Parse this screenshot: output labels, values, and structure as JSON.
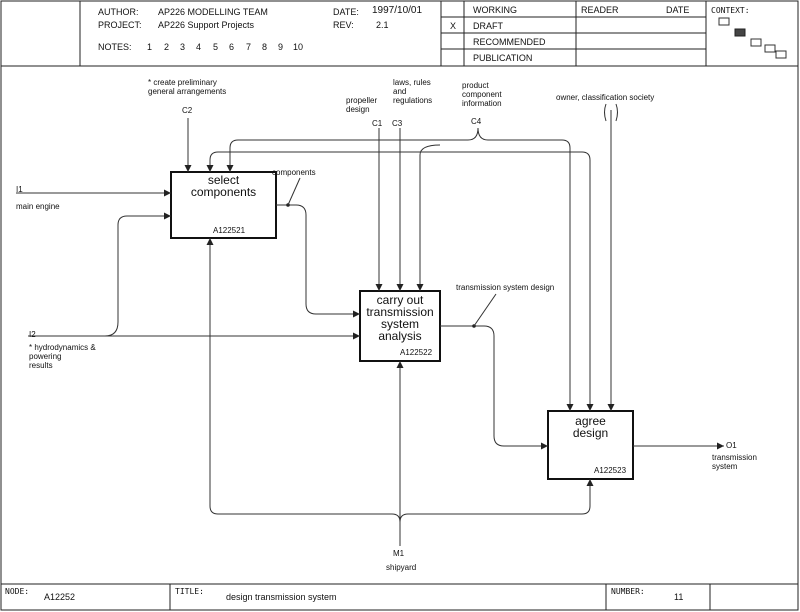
{
  "header": {
    "author_label": "AUTHOR:",
    "author_value": "AP226  MODELLING TEAM",
    "project_label": "PROJECT:",
    "project_value": "AP226 Support Projects",
    "date_label": "DATE:",
    "date_value": "1997/10/01",
    "rev_label": "REV:",
    "rev_value": "2.1",
    "notes_label": "NOTES:",
    "notes": [
      "1",
      "2",
      "3",
      "4",
      "5",
      "6",
      "7",
      "8",
      "9",
      "10"
    ],
    "status_mark": "X",
    "status": [
      "WORKING",
      "DRAFT",
      "RECOMMENDED",
      "PUBLICATION"
    ],
    "reader_label": "READER",
    "reader_date_label": "DATE",
    "context_label": "CONTEXT:"
  },
  "diagram": {
    "boxes": [
      {
        "title": "select\ncomponents",
        "number": "A122521"
      },
      {
        "title": "carry out\ntransmission\nsystem\nanalysis",
        "number": "A122522"
      },
      {
        "title": "agree\ndesign",
        "number": "A122523"
      }
    ],
    "inputs": [
      {
        "code": "I1",
        "label": "main engine"
      },
      {
        "code": "I2",
        "label": "* hydrodynamics &\npowering\nresults"
      }
    ],
    "controls": [
      {
        "code": "C2",
        "label": "* create preliminary\ngeneral arrangements"
      },
      {
        "code": "C1",
        "label": "propeller\ndesign"
      },
      {
        "code": "C3",
        "label": "laws, rules\nand\nregulations"
      },
      {
        "code": "C4",
        "label": "product\ncomponent\ninformation"
      }
    ],
    "tunnel_label": "owner, classification society",
    "arrow_labels": {
      "components": "components",
      "transmission_system_design": "transmission system design"
    },
    "output": {
      "code": "O1",
      "label": "transmission\nsystem"
    },
    "mechanism": {
      "code": "M1",
      "label": "shipyard"
    }
  },
  "footer": {
    "node_label": "NODE:",
    "node_value": "A12252",
    "title_label": "TITLE:",
    "title_value": "design transmission system",
    "number_label": "NUMBER:",
    "number_value": "11"
  }
}
